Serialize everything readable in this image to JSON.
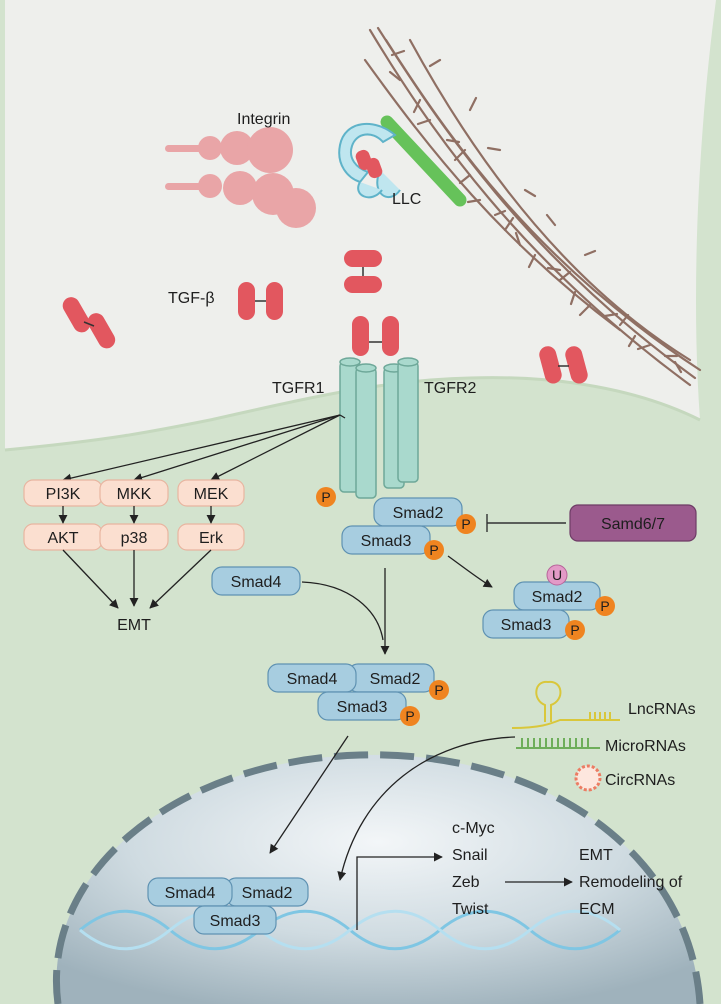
{
  "colors": {
    "cell": "#d3e3ce",
    "extracellular": "#eeefec",
    "receptor": "#a9d9cd",
    "receptor_stroke": "#6ea899",
    "tgf": "#e2575f",
    "integrin": "#e9a5a7",
    "smad_fill": "#a7cde0",
    "smad_stroke": "#5f92b2",
    "kinase_fill": "#fbdfd0",
    "kinase_stroke": "#e8b5a0",
    "phospho": "#ef8420",
    "ubiquitin": "#e39ac7",
    "inhibitor": "#9b5a8d",
    "collagen": "#8f6f63",
    "llc_green": "#66c25a",
    "llc_blue": "#5fb3c9",
    "nucleus": "#bccbd3",
    "lncrna": "#d9c73b",
    "microrna": "#6eae5a",
    "circrna": "#ec7c63",
    "dna": "#7fc6e3"
  },
  "labels": {
    "integrin": "Integrin",
    "llc": "LLC",
    "tgf_beta": "TGF-β",
    "tgfr1": "TGFR1",
    "tgfr2": "TGFR2",
    "emt_cyto": "EMT",
    "lncrnas": "LncRNAs",
    "micrornas": "MicroRNAs",
    "circrnas": "CircRNAs"
  },
  "kinases": {
    "pi3k": "PI3K",
    "akt": "AKT",
    "mkk": "MKK",
    "p38": "p38",
    "mek": "MEK",
    "erk": "Erk"
  },
  "smads": {
    "smad2": "Smad2",
    "smad3": "Smad3",
    "smad4": "Smad4",
    "inhibitor": "Samd6/7",
    "phospho": "P",
    "ubiquitin": "U"
  },
  "targets": [
    "c-Myc",
    "Snail",
    "Zeb",
    "Twist"
  ],
  "outcomes": [
    "EMT",
    "Remodeling of",
    "ECM"
  ]
}
